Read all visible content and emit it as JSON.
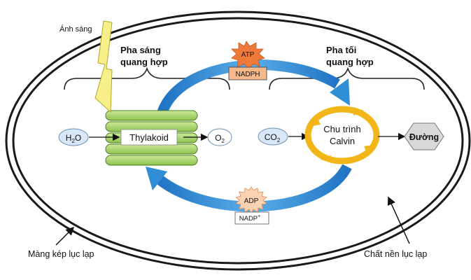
{
  "labels": {
    "light": "Ánh sáng",
    "light_phase_line1": "Pha sáng",
    "light_phase_line2": "quang hợp",
    "dark_phase_line1": "Pha tối",
    "dark_phase_line2": "quang hợp",
    "atp": "ATP",
    "nadph": "NADPH",
    "adp": "ADP",
    "nadp": "NADP",
    "nadp_sup": "+",
    "h2o_main": "H",
    "h2o_sub": "2",
    "h2o_tail": "O",
    "thylakoid": "Thylakoid",
    "o2_main": "O",
    "o2_sub": "2",
    "co2_main": "CO",
    "co2_sub": "2",
    "calvin_line1": "Chu trình",
    "calvin_line2": "Calvin",
    "sugar": "Đường",
    "membrane": "Màng kép lục lạp",
    "stroma": "Chất nền lục lạp"
  },
  "colors": {
    "membrane": "#1a1a1a",
    "cycle_arrow": "#2f8ed6",
    "thylakoid_fill": "#a8d36a",
    "thylakoid_stroke": "#4a7d1c",
    "calvin_ring": "#f2b619",
    "atp_burst": "#f07a3a",
    "nadph_box": "#f6b98c",
    "adp_burst": "#f6b98c",
    "molecule_fill": "#d8e8f8",
    "molecule_stroke": "#6a8fb5",
    "sugar_fill": "#d9d9d9",
    "bolt_fill": "#f7f08a"
  }
}
